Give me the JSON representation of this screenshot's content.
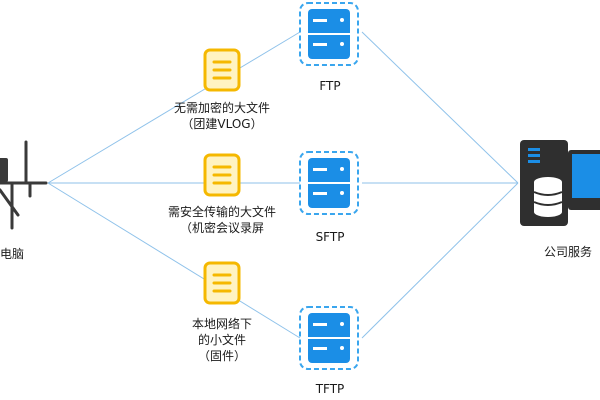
{
  "diagram": {
    "left_node": {
      "label": "电脑",
      "icon": "desk-computer-icon"
    },
    "right_node": {
      "label": "公司服务",
      "icon": "company-server-icon"
    },
    "protocols": [
      {
        "name": "FTP",
        "doc_lines": [
          "无需加密的大文件",
          "（团建VLOG）"
        ]
      },
      {
        "name": "SFTP",
        "doc_lines": [
          "需安全传输的大文件",
          "（机密会议录屏"
        ]
      },
      {
        "name": "TFTP",
        "doc_lines": [
          "本地网络下",
          "的小文件",
          "（固件）"
        ]
      }
    ],
    "colors": {
      "server_blue": "#1b8ee6",
      "server_dashed": "#3aa6ee",
      "doc_yellow": "#f5b800",
      "doc_fill": "#fff3c2",
      "line": "#7fb8e6",
      "dark_icon": "#3a3a3a"
    }
  }
}
